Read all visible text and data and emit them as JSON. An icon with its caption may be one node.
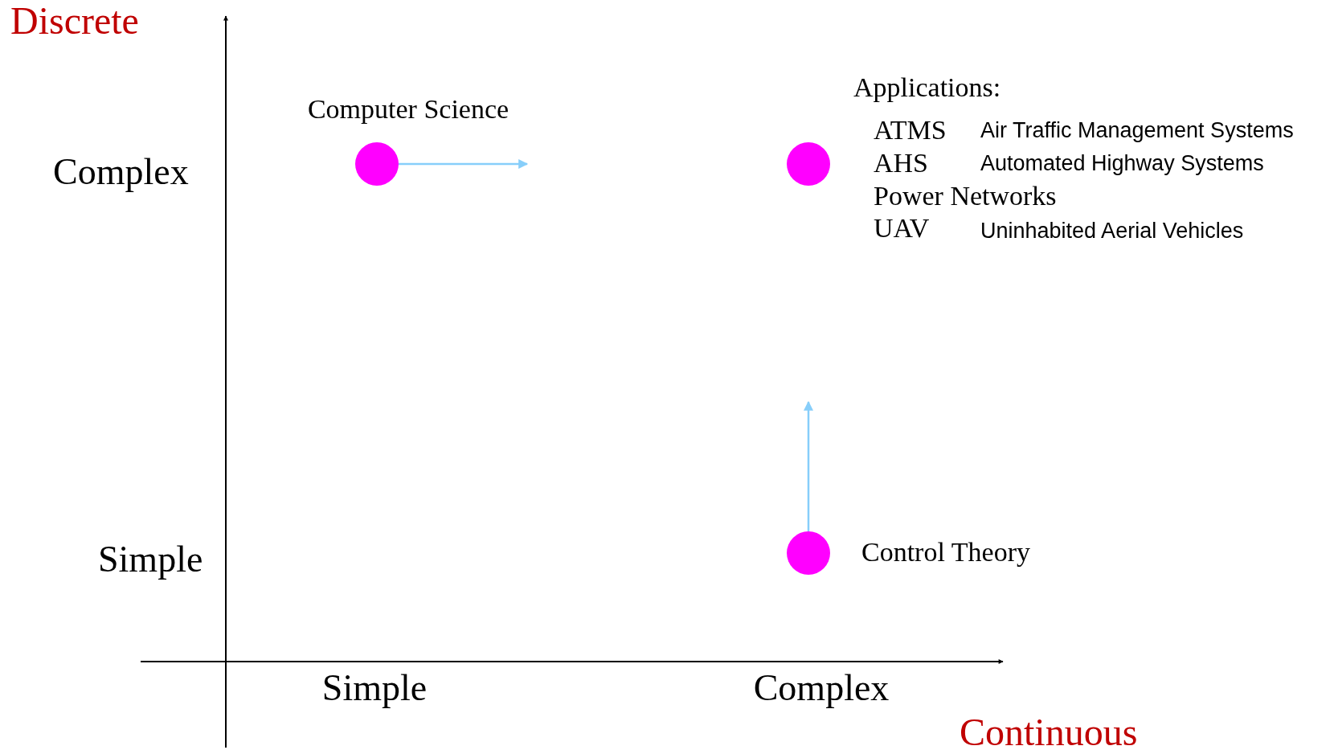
{
  "diagram": {
    "nodes": [
      {
        "text": [],
        "shape": "circle",
        "beside": [
          "Computer Science"
        ]
      },
      {
        "text": [],
        "shape": "circle"
      },
      {
        "text": [],
        "shape": "circle",
        "beside": [
          "Control Theory"
        ]
      }
    ],
    "edges": [
      {
        "from": 0,
        "to": null,
        "arrow": "to"
      },
      {
        "from": 2,
        "to": null,
        "arrow": "to"
      }
    ],
    "labels": [
      "Discrete",
      "Applications:",
      "ATMS",
      "Air Traffic Management Systems",
      "AHS",
      "Automated Highway Systems",
      "Power Networks",
      "UAV",
      "Uninhabited Aerial Vehicles",
      "Complex",
      "Simple",
      "Simple",
      "Complex",
      "Continuous"
    ]
  }
}
